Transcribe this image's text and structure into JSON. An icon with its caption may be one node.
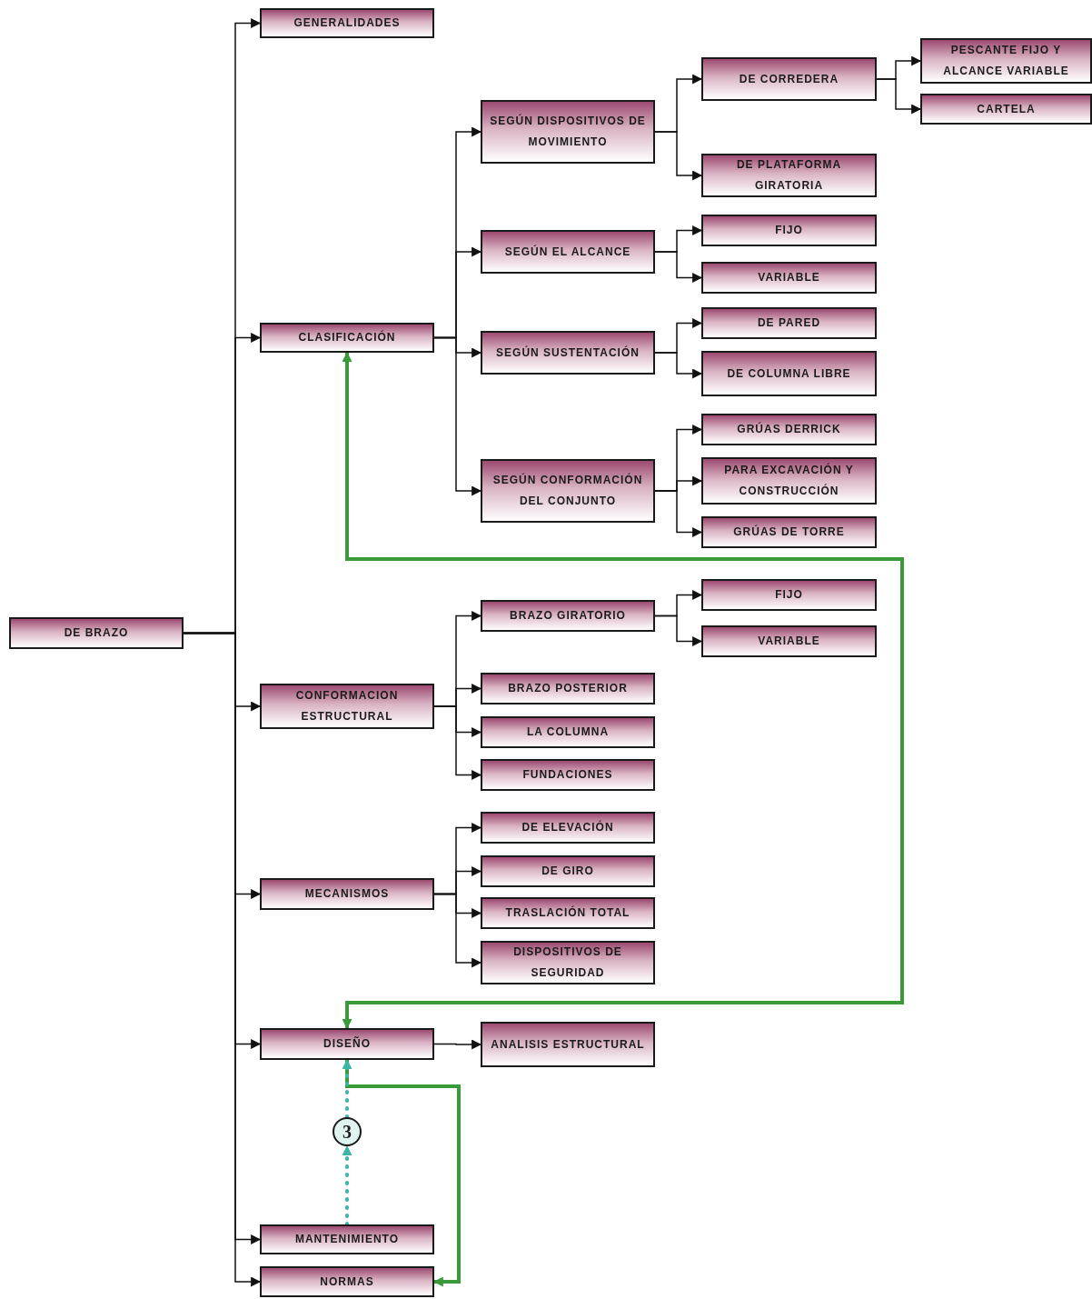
{
  "diagram": {
    "nodes": [
      {
        "text": [
          "DE BRAZO"
        ]
      },
      {
        "text": [
          "GENERALIDADES"
        ]
      },
      {
        "text": [
          "CLASIFICACIÓN"
        ]
      },
      {
        "text": [
          "SEGÚN DISPOSITIVOS DE MOVIMIENTO"
        ]
      },
      {
        "text": [
          "DE CORREDERA"
        ]
      },
      {
        "text": [
          "PESCANTE FIJO Y ALCANCE VARIABLE"
        ]
      },
      {
        "text": [
          "CARTELA"
        ]
      },
      {
        "text": [
          "DE PLATAFORMA GIRATORIA"
        ]
      },
      {
        "text": [
          "SEGÚN EL ALCANCE"
        ]
      },
      {
        "text": [
          "FIJO"
        ]
      },
      {
        "text": [
          "VARIABLE"
        ]
      },
      {
        "text": [
          "SEGÚN SUSTENTACIÓN"
        ]
      },
      {
        "text": [
          "DE PARED"
        ]
      },
      {
        "text": [
          "DE COLUMNA LIBRE"
        ]
      },
      {
        "text": [
          "SEGÚN CONFORMACIÓN DEL CONJUNTO"
        ]
      },
      {
        "text": [
          "GRÚAS DERRICK"
        ]
      },
      {
        "text": [
          "PARA EXCAVACIÓN Y CONSTRUCCIÓN"
        ]
      },
      {
        "text": [
          "GRÚAS DE TORRE"
        ]
      },
      {
        "text": [
          "CONFORMACION ESTRUCTURAL"
        ]
      },
      {
        "text": [
          "BRAZO GIRATORIO"
        ]
      },
      {
        "text": [
          "FIJO"
        ]
      },
      {
        "text": [
          "VARIABLE"
        ]
      },
      {
        "text": [
          "BRAZO POSTERIOR"
        ]
      },
      {
        "text": [
          "LA COLUMNA"
        ]
      },
      {
        "text": [
          "FUNDACIONES"
        ]
      },
      {
        "text": [
          "MECANISMOS"
        ]
      },
      {
        "text": [
          "DE ELEVACIÓN"
        ]
      },
      {
        "text": [
          "DE GIRO"
        ]
      },
      {
        "text": [
          "TRASLACIÓN TOTAL"
        ]
      },
      {
        "text": [
          "DISPOSITIVOS DE SEGURIDAD"
        ]
      },
      {
        "text": [
          "DISEÑO"
        ]
      },
      {
        "text": [
          "ANALISIS ESTRUCTURAL"
        ]
      },
      {
        "text": [
          "MANTENIMIENTO"
        ]
      },
      {
        "text": [
          "NORMAS"
        ]
      },
      {
        "text": [
          "3"
        ]
      }
    ],
    "edges": [
      {
        "from": 0,
        "to": 1,
        "arrow": "to"
      },
      {
        "from": 0,
        "to": 2,
        "arrow": "to"
      },
      {
        "from": 0,
        "to": 18,
        "arrow": "to"
      },
      {
        "from": 0,
        "to": 25,
        "arrow": "to"
      },
      {
        "from": 0,
        "to": 30,
        "arrow": "to"
      },
      {
        "from": 0,
        "to": 32,
        "arrow": "to"
      },
      {
        "from": 0,
        "to": 33,
        "arrow": "to"
      },
      {
        "from": 2,
        "to": 3,
        "arrow": "to"
      },
      {
        "from": 2,
        "to": 8,
        "arrow": "to"
      },
      {
        "from": 2,
        "to": 11,
        "arrow": "to"
      },
      {
        "from": 2,
        "to": 14,
        "arrow": "to"
      },
      {
        "from": 3,
        "to": 4,
        "arrow": "to"
      },
      {
        "from": 3,
        "to": 7,
        "arrow": "to"
      },
      {
        "from": 4,
        "to": 5,
        "arrow": "to"
      },
      {
        "from": 4,
        "to": 6,
        "arrow": "to"
      },
      {
        "from": 8,
        "to": 9,
        "arrow": "to"
      },
      {
        "from": 8,
        "to": 10,
        "arrow": "to"
      },
      {
        "from": 11,
        "to": 12,
        "arrow": "to"
      },
      {
        "from": 11,
        "to": 13,
        "arrow": "to"
      },
      {
        "from": 14,
        "to": 15,
        "arrow": "to"
      },
      {
        "from": 14,
        "to": 16,
        "arrow": "to"
      },
      {
        "from": 14,
        "to": 17,
        "arrow": "to"
      },
      {
        "from": 18,
        "to": 19,
        "arrow": "to"
      },
      {
        "from": 18,
        "to": 22,
        "arrow": "to"
      },
      {
        "from": 18,
        "to": 23,
        "arrow": "to"
      },
      {
        "from": 18,
        "to": 24,
        "arrow": "to"
      },
      {
        "from": 19,
        "to": 20,
        "arrow": "to"
      },
      {
        "from": 19,
        "to": 21,
        "arrow": "to"
      },
      {
        "from": 25,
        "to": 26,
        "arrow": "to"
      },
      {
        "from": 25,
        "to": 27,
        "arrow": "to"
      },
      {
        "from": 25,
        "to": 28,
        "arrow": "to"
      },
      {
        "from": 25,
        "to": 29,
        "arrow": "to"
      },
      {
        "from": 30,
        "to": 31,
        "arrow": "to"
      },
      {
        "from": 2,
        "to": 30,
        "arrow": "both",
        "style": "thick",
        "color": "#3a9a3a"
      },
      {
        "from": 30,
        "to": 33,
        "arrow": "to",
        "style": "thick",
        "color": "#3a9a3a"
      },
      {
        "from": 32,
        "to": 34,
        "arrow": "to",
        "style": "dashed",
        "color": "#3bb5a5"
      },
      {
        "from": 34,
        "to": 30,
        "arrow": "to",
        "style": "dashed",
        "color": "#3bb5a5"
      }
    ]
  }
}
